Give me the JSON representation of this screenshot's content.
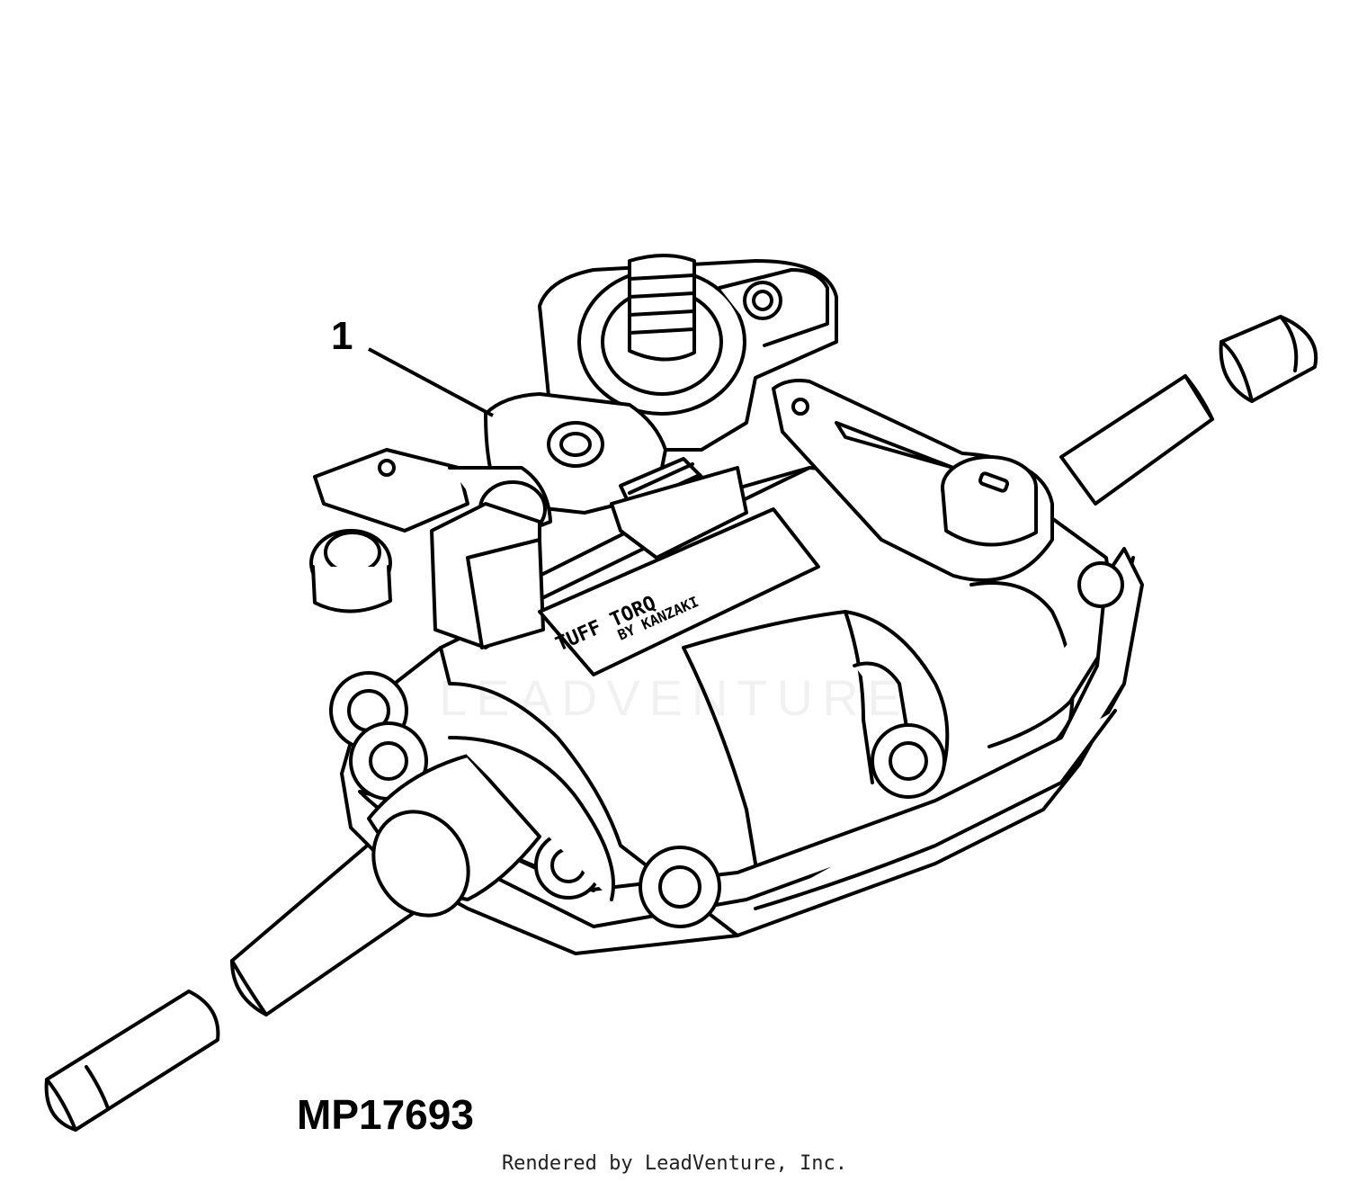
{
  "diagram": {
    "callout": "1",
    "figure_code": "MP17693",
    "credit": "Rendered by LeadVenture, Inc.",
    "watermark": "LEADVENTURE",
    "nameplate": {
      "line1": "TUFF TORQ",
      "line2": "BY KANZAKI"
    }
  },
  "colors": {
    "line": "#000000",
    "background": "#ffffff"
  }
}
